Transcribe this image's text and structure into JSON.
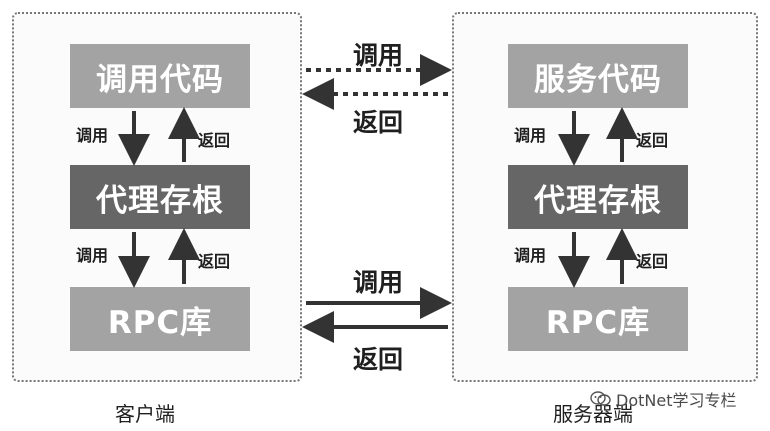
{
  "client": {
    "top": "调用代码",
    "middle": "代理存根",
    "bottom": "RPC库",
    "label": "客户端"
  },
  "server": {
    "top": "服务代码",
    "middle": "代理存根",
    "bottom": "RPC库",
    "label": "服务器端"
  },
  "small_labels": {
    "call": "调用",
    "return": "返回"
  },
  "center_labels": {
    "top_call": "调用",
    "top_return": "返回",
    "bottom_call": "调用",
    "bottom_return": "返回"
  },
  "watermark": {
    "text": "DotNet学习专栏",
    "icon": "wechat-icon"
  },
  "colors": {
    "box_light": "#a3a3a3",
    "box_dark": "#666666",
    "arrow": "#333333"
  }
}
